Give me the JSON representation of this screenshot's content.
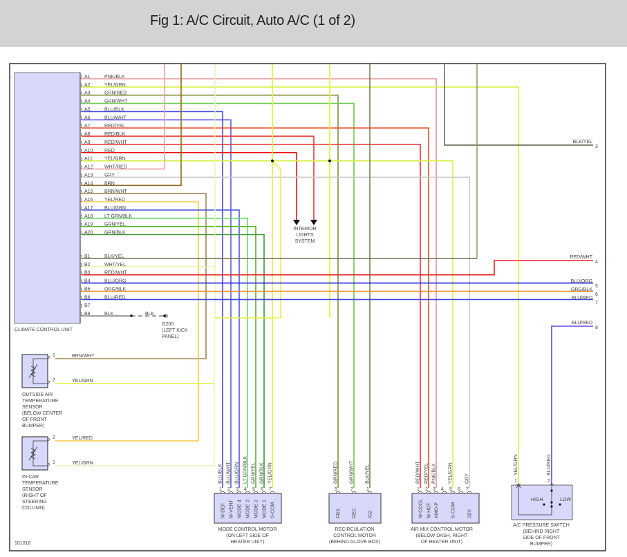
{
  "header": {
    "title": "Fig 1: A/C Circuit, Auto A/C (1 of 2)"
  },
  "figure_id": "101018",
  "climate_control_unit": {
    "label": "CLIMATE CONTROL UNIT",
    "pins": [
      {
        "pin": "A1",
        "wire": "PNK/BLK",
        "color": "#e8909c"
      },
      {
        "pin": "A2",
        "wire": "YEL/GRN",
        "color": "#d8f040"
      },
      {
        "pin": "A3",
        "wire": "GRN/RED",
        "color": "#8a8a3a"
      },
      {
        "pin": "A4",
        "wire": "GRN/WHT",
        "color": "#6cc84c"
      },
      {
        "pin": "A5",
        "wire": "BLU/BLK",
        "color": "#4a4ae0"
      },
      {
        "pin": "A6",
        "wire": "BLU/WHT",
        "color": "#5a5ae8"
      },
      {
        "pin": "A7",
        "wire": "RED/YEL",
        "color": "#f04820"
      },
      {
        "pin": "A8",
        "wire": "RED/BLK",
        "color": "#e83838"
      },
      {
        "pin": "A9",
        "wire": "RED/WHT",
        "color": "#e83030"
      },
      {
        "pin": "A10",
        "wire": "RED",
        "color": "#ee1010"
      },
      {
        "pin": "A11",
        "wire": "YEL/GRN",
        "color": "#d8f040"
      },
      {
        "pin": "A12",
        "wire": "WHT/RED",
        "color": "#f0a0a8"
      },
      {
        "pin": "A13",
        "wire": "GRY",
        "color": "#c8c8c8"
      },
      {
        "pin": "A14",
        "wire": "BRN",
        "color": "#8a6a20"
      },
      {
        "pin": "A15",
        "wire": "BRN/WHT",
        "color": "#a08850"
      },
      {
        "pin": "A16",
        "wire": "YEL/RED",
        "color": "#f8c840"
      },
      {
        "pin": "A17",
        "wire": "BLU/GRN",
        "color": "#4a5ad8"
      },
      {
        "pin": "A18",
        "wire": "LT GRN/BLK",
        "color": "#60e060"
      },
      {
        "pin": "A19",
        "wire": "GRN/YEL",
        "color": "#50b820"
      },
      {
        "pin": "A20",
        "wire": "GRN/BLK",
        "color": "#409830"
      },
      {
        "pin": "B1",
        "wire": "BLK/YEL",
        "color": "#707050"
      },
      {
        "pin": "B2",
        "wire": "WHT/YEL",
        "color": "#f0f0b0"
      },
      {
        "pin": "B3",
        "wire": "RED/WHT",
        "color": "#ee2020"
      },
      {
        "pin": "B4",
        "wire": "BLU/ORG",
        "color": "#2020d8"
      },
      {
        "pin": "B5",
        "wire": "ORG/BLK",
        "color": "#f08820"
      },
      {
        "pin": "B6",
        "wire": "BLU/RED",
        "color": "#4040e0"
      },
      {
        "pin": "B7",
        "wire": "",
        "color": ""
      },
      {
        "pin": "B8",
        "wire": "BLK",
        "color": "#555555"
      }
    ]
  },
  "ground": {
    "wire": "BLK",
    "id": "G200",
    "location": [
      "(LEFT KICK",
      "PANEL)"
    ]
  },
  "interior_lights": {
    "label": [
      "INTERIOR",
      "LIGHTS",
      "SYSTEM"
    ]
  },
  "right_terminals": [
    {
      "num": "3",
      "wire": "BLK/YEL"
    },
    {
      "num": "4",
      "wire": "RED/WHT"
    },
    {
      "num": "5",
      "wire": "BLU/ORG"
    },
    {
      "num": "6",
      "wire": "ORG/BLK"
    },
    {
      "num": "7",
      "wire": "BLU/RED"
    },
    {
      "num": "8",
      "wire": "BLU/RED"
    }
  ],
  "outside_air_sensor": {
    "label": [
      "OUTSIDE AIR",
      "TEMPERATURE",
      "SENSOR",
      "(BELOW CENTER",
      "OF FRONT",
      "BUMPER)"
    ],
    "pins": [
      {
        "num": "1",
        "wire": "BRN/WHT"
      },
      {
        "num": "2",
        "wire": "YEL/GRN"
      }
    ]
  },
  "in_car_sensor": {
    "label": [
      "IN-CAR",
      "TEMPERATURE",
      "SENSOR",
      "(RIGHT OF",
      "STEERING",
      "COLUMN)"
    ],
    "pins": [
      {
        "num": "2",
        "wire": "YEL/RED"
      },
      {
        "num": "1",
        "wire": "YEL/GRN"
      }
    ]
  },
  "mode_control_motor": {
    "label": [
      "MODE CONTROL MOTOR",
      "(ON LEFT SIDE OF",
      "HEATER UNIT)"
    ],
    "pins": [
      {
        "num": "1",
        "wire": "BLU/BLK",
        "func": "M-DEF"
      },
      {
        "num": "2",
        "wire": "BLU/WHT",
        "func": "M-VENT"
      },
      {
        "num": "3",
        "wire": "BLU/GRN",
        "func": "MODE 4"
      },
      {
        "num": "4",
        "wire": "LT GRN/BLK",
        "func": "MODE 3"
      },
      {
        "num": "5",
        "wire": "GRN/YEL",
        "func": "MODE 2"
      },
      {
        "num": "6",
        "wire": "GRN/BLK",
        "func": "MODE 1"
      },
      {
        "num": "7",
        "wire": "YEL/GRN",
        "func": "S-COM"
      }
    ]
  },
  "recirculation_motor": {
    "label": [
      "RECIRCULATION",
      "CONTROL MOTOR",
      "(BEHIND GLOVE BOX)"
    ],
    "pins": [
      {
        "num": "5",
        "wire": "GRN/RED",
        "func": "FRS"
      },
      {
        "num": "7",
        "wire": "GRN/WHT",
        "func": "REC"
      },
      {
        "num": "1",
        "wire": "BLK/YEL",
        "func": "IG2"
      }
    ]
  },
  "air_mix_motor": {
    "label": [
      "AIR MIX CONTROL MOTOR",
      "(BELOW DASH, RIGHT",
      "OF HEATER UNIT)"
    ],
    "pins": [
      {
        "num": "1",
        "wire": "RED/WHT",
        "func": "M-COOL"
      },
      {
        "num": "2",
        "wire": "RED/YEL",
        "func": "M-HOT"
      },
      {
        "num": "3",
        "wire": "PNK/BLK",
        "func": "AMO-P"
      },
      {
        "num": "4",
        "wire": "",
        "func": ""
      },
      {
        "num": "5",
        "wire": "YEL/GRN",
        "func": "S-COM"
      },
      {
        "num": "6",
        "wire": "",
        "func": ""
      },
      {
        "num": "7",
        "wire": "GRY",
        "func": "S5V"
      }
    ]
  },
  "pressure_switch": {
    "label": [
      "A/C PRESSURE SWITCH",
      "(BEHIND RIGHT",
      "SIDE OF FRONT",
      "BUMPER)"
    ],
    "high": "HIGH",
    "low": "LOW",
    "pins": [
      {
        "num": "1",
        "wire": "YEL/GRN"
      },
      {
        "num": "2",
        "wire": "BLU/RED"
      }
    ]
  }
}
